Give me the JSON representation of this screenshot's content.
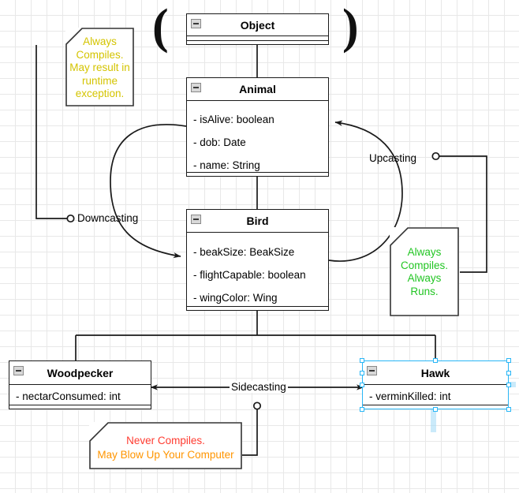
{
  "diagram": {
    "title": "Java casting UML class diagram",
    "grid": true,
    "decorations": {
      "left_paren": "(",
      "right_paren": ")"
    }
  },
  "classes": [
    {
      "id": "object",
      "name": "Object",
      "attributes": [],
      "collapse_icon": "minus-icon",
      "selected": false
    },
    {
      "id": "animal",
      "name": "Animal",
      "attributes": [
        "- isAlive: boolean",
        "- dob: Date",
        "- name: String"
      ],
      "collapse_icon": "minus-icon",
      "selected": false
    },
    {
      "id": "bird",
      "name": "Bird",
      "attributes": [
        "- beakSize: BeakSize",
        "- flightCapable: boolean",
        "- wingColor: Wing"
      ],
      "collapse_icon": "minus-icon",
      "selected": false
    },
    {
      "id": "woodpecker",
      "name": "Woodpecker",
      "attributes": [
        "- nectarConsumed: int"
      ],
      "collapse_icon": "minus-icon",
      "selected": false
    },
    {
      "id": "hawk",
      "name": "Hawk",
      "attributes": [
        "- verminKilled: int"
      ],
      "collapse_icon": "minus-icon",
      "selected": true
    }
  ],
  "edge_labels": {
    "downcasting": "Downcasting",
    "upcasting": "Upcasting",
    "sidecasting": "Sidecasting"
  },
  "notes": [
    {
      "id": "note-downcasting",
      "lines": "Always\nCompiles.\nMay result in\nruntime\nexception.",
      "color": "#d4c400",
      "attached_to": "downcasting"
    },
    {
      "id": "note-upcasting",
      "lines": "Always\nCompiles.\nAlways\nRuns.",
      "color": "#22c523",
      "attached_to": "upcasting"
    },
    {
      "id": "note-sidecasting",
      "line1": "Never Compiles.",
      "line1_color": "#ff3b30",
      "line2": "May Blow Up Your Computer",
      "line2_color": "#ff9500",
      "attached_to": "sidecasting"
    }
  ],
  "colors": {
    "stroke": "#1a1a1a",
    "grid": "#e8e8e8",
    "selection": "#29b6f6",
    "note_yellow": "#d4c400",
    "note_green": "#22c523",
    "note_red": "#ff3b30",
    "note_orange": "#ff9500"
  }
}
